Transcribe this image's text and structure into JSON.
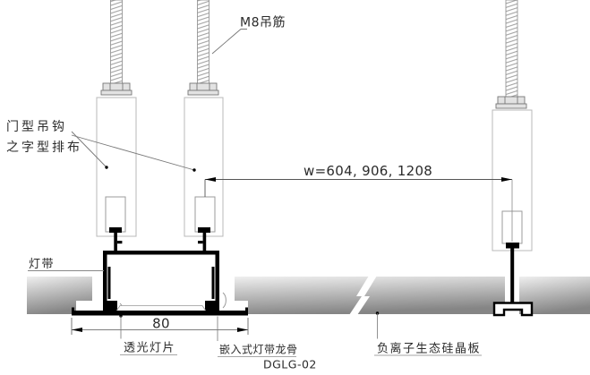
{
  "labels": {
    "hanger_rod": "M8吊筋",
    "door_hook_line1": "门型吊钩",
    "door_hook_line2": "之字型排布",
    "light_strip": "灯带",
    "translucent_panel": "透光灯片",
    "recessed_keel": "嵌入式灯带龙骨",
    "recessed_keel_code": "DGLG-02",
    "ceiling_board": "负离子生态硅晶板"
  },
  "dimensions": {
    "module_width": "w=604, 906, 1208",
    "opening_width": "80"
  },
  "colors": {
    "line_black": "#000000",
    "thin_line": "#555555",
    "leader_gray": "#777777",
    "hatch_gray": "#9a9a9a",
    "panel_gray_light": "#efefef",
    "panel_gray_dark": "#858585",
    "nut_fill": "#e2e2e2",
    "background": "#ffffff"
  }
}
